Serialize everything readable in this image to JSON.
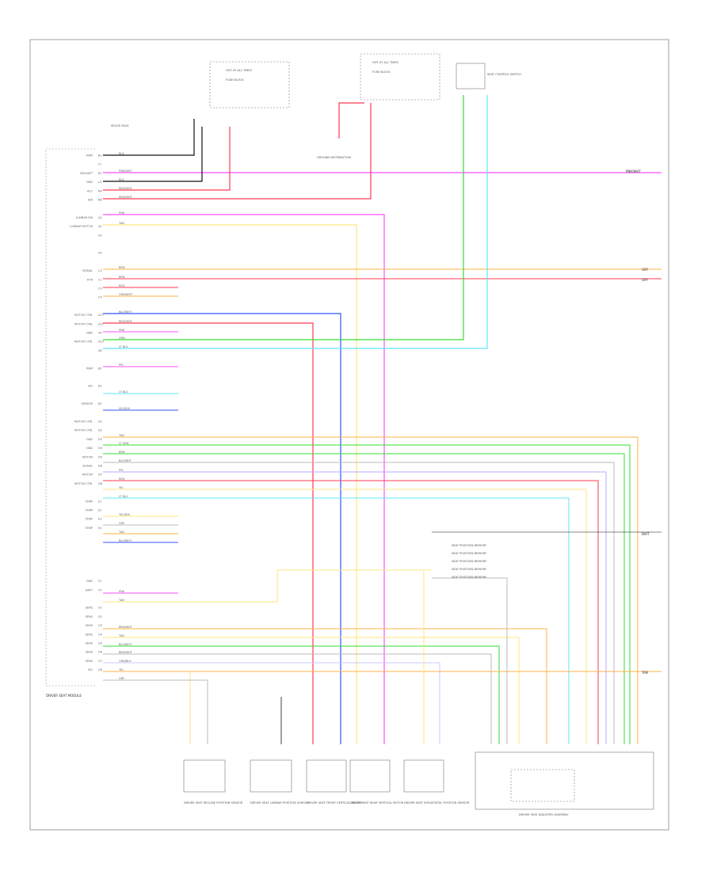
{
  "colors": {
    "pink": "#ff4fff",
    "red": "#ff3a55",
    "orange": "#ffb347",
    "yellow": "#ffe680",
    "green": "#33dd33",
    "cyan": "#5fe5ff",
    "blue": "#3355ff",
    "violet": "#b9a8ff",
    "lavender": "#c8c8ff",
    "gray": "#bbbbbb",
    "black": "#111111",
    "frame": "#888888"
  },
  "footer": {
    "code": ""
  },
  "legends": {
    "pink_out": "PNK/WHT",
    "gry_out_1": "GRY",
    "gry_out_2": "GRY",
    "wht_right": "WHT",
    "tan_right": "TAN"
  },
  "module_pins": [
    "B+",
    "F1",
    "B+",
    "LS",
    "B4",
    "B6",
    "",
    "A1",
    "A2",
    "A3",
    "",
    "A5",
    "",
    "C2",
    "C1",
    "C3",
    "C4",
    "",
    "A12",
    "A11",
    "A9",
    "A10",
    "A8",
    "",
    "B2",
    "",
    "B3",
    "",
    "B1",
    "",
    "D1",
    "D2",
    "D3",
    "D4",
    "D5",
    "D6",
    "D7",
    "D8",
    "",
    "E1",
    "E2",
    "E3",
    "E4",
    "",
    "",
    "",
    "",
    "",
    "F2",
    "F3",
    "",
    "G1",
    "G2",
    "G3",
    "G4",
    "G5",
    "G6",
    "G7",
    "G8"
  ],
  "module_labels": [
    "PWR",
    "",
    "IGN BATT",
    "GND",
    "ACC",
    "IGN",
    "",
    "LUMBAR SW",
    "LUMBAR MOTOR",
    "",
    "",
    "",
    "",
    "SIGNAL",
    "HTR",
    "",
    "",
    "",
    "MOTOR CTRL",
    "MOTOR CTRL",
    "GND",
    "MOTOR CTRL",
    "",
    "",
    "PWR",
    "",
    "SIG",
    "",
    "SENSOR",
    "",
    "MOTOR CTRL",
    "MOTOR CTRL",
    "GND",
    "GND",
    "MOTOR",
    "SIGNAL",
    "MOTOR",
    "MOTOR CTRL",
    "",
    "TEMP",
    "TEMP",
    "TEMP",
    "TEMP",
    "",
    "",
    "",
    "",
    "",
    "GND",
    "BATT",
    "",
    "SENS",
    "SENS",
    "SENS",
    "SENS",
    "SENS",
    "SENS",
    "SENS",
    "SIG"
  ],
  "wire_codes": [
    "BLK",
    "PNK/WHT",
    "BLK",
    "RED/WHT",
    "RED/WHT",
    "PNK",
    "TAN",
    "",
    "",
    "BRN",
    "BRN",
    "RED",
    "ORN/WHT",
    "",
    "BLU/WHT",
    "RED/WHT",
    "PNK",
    "GRN",
    "LT BLU",
    "",
    "PPL",
    "",
    "LT BLU",
    "",
    "VIO/BLK",
    "",
    "TAN",
    "LT GRN",
    "BRN",
    "BLK/WHT",
    "PPL",
    "RED",
    "YEL",
    "LT BLU",
    "",
    "YEL/BLK",
    "GRY",
    "TAN",
    "BLU/WHT",
    "",
    "",
    "",
    "PNK",
    "TAN",
    "",
    "",
    "",
    "",
    "BRN/WHT",
    "TAN",
    "BLU/WHT",
    "BRN/WHT",
    "ORN/BLK",
    "YEL",
    "GRY"
  ],
  "notes": {
    "n1": "SPLICE PACK",
    "n2": "FUSE BLOCK",
    "n3": "HOT AT ALL TIMES",
    "n4": "HOT AT ALL TIMES",
    "n5": "DRIVER SEAT MODULE",
    "n6": "SEAT CONTROL SWITCH",
    "n7": "FUSE BLOCK",
    "n8": "SEAT CONTROL SWITCH",
    "n9": "GROUND DISTRIBUTION",
    "n10": "DRIVER SEAT MODULE",
    "n11": "SEAT POSITION MEMORY",
    "n12": "SEAT POSITION MEMORY",
    "n13": "SEAT POSITION MEMORY",
    "n14": "SEAT POSITION MEMORY",
    "n15": "SEAT POSITION MEMORY",
    "n16": "SEAT POSITION MEMORY",
    "n17": "SEAT POSITION MEMORY",
    "n18": "SEAT POSITION MEMORY",
    "n19": "SEAT POSITION MEMORY",
    "n20": "SEAT POSITION MEMORY",
    "n21": "SEAT POSITION MEMORY",
    "n22": "SEAT POSITION MEMORY",
    "n23": "SEAT POSITION MEMORY",
    "n24": "SEAT POSITION MEMORY",
    "n25": "SEAT POSITION MEMORY",
    "n26": "SEAT POSITION MEMORY",
    "n27": "SEAT POSITION MEMORY",
    "n28": "SEAT POSITION MEMORY",
    "n29": "SEAT POSITION MEMORY",
    "n30": "SEAT POSITION MEMORY",
    "n31": "SEAT POSITION MEMORY",
    "n32": "SEAT POSITION MEMORY",
    "n33": "SEAT POSITION MEMORY",
    "n34": "SEAT POSITION MEMORY",
    "n35": "SEAT POSITION MEMORY",
    "n36": "SEAT POSITION MEMORY",
    "n37": "SEAT POSITION MEMORY",
    "n38": "SEAT POSITION MEMORY",
    "n39": "SEAT POSITION MEMORY",
    "n40": "SEAT POSITION MEMORY"
  },
  "bottom_components": [
    "DRIVER SEAT RECLINE POSITION SENSOR",
    "DRIVER SEAT LUMBAR POSITION SENSOR",
    "DRIVER SEAT FRONT VERTICAL MOTOR",
    "DRIVER SEAT REAR VERTICAL MOTOR",
    "DRIVER SEAT HORIZONTAL POSITION SENSOR",
    "DRIVER SEAT ADJUSTER ASSEMBLY"
  ],
  "module_name": "DRIVER SEAT MODULE"
}
